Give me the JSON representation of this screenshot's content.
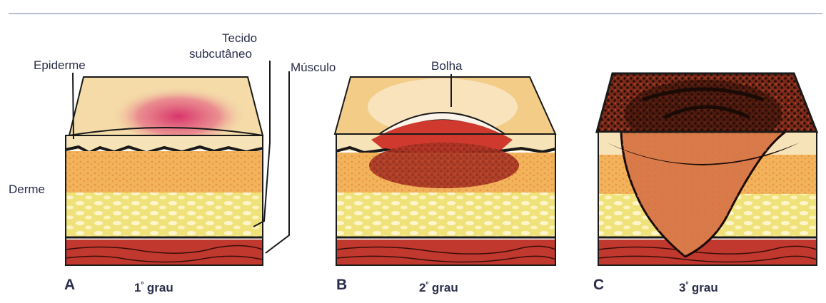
{
  "labels": {
    "epiderme": "Epiderme",
    "tecido_line1": "Tecido",
    "tecido_line2": "subcutâneo",
    "musculo": "Músculo",
    "derme": "Derme",
    "bolha": "Bolha"
  },
  "panels": [
    {
      "letter": "A",
      "degree_number": "1",
      "degree_suffix": "º",
      "degree_word": "grau"
    },
    {
      "letter": "B",
      "degree_number": "2",
      "degree_suffix": "º",
      "degree_word": "grau"
    },
    {
      "letter": "C",
      "degree_number": "3",
      "degree_suffix": "º",
      "degree_word": "grau"
    }
  ],
  "colors": {
    "epidermis_top": "#f3d6a0",
    "burn_red": "#c8322a",
    "dermis": "#f2b35a",
    "subcutaneous": "#f0e27a",
    "muscle": "#c0382e",
    "outline": "#1a1a1a",
    "char": "#3a1a12"
  }
}
